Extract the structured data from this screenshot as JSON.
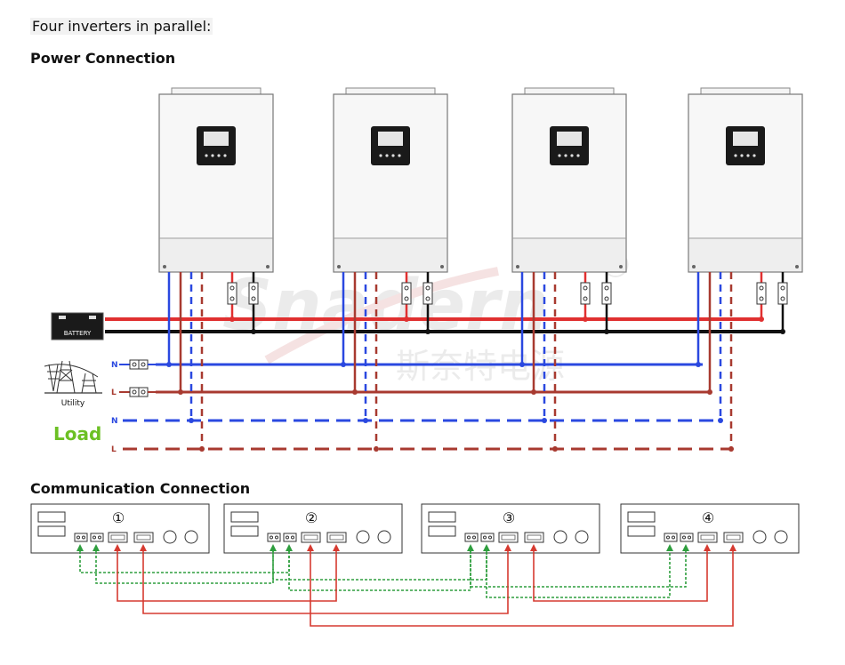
{
  "heading": "Four inverters in parallel:",
  "power_section": {
    "title": "Power Connection",
    "battery_label": "BATTERY",
    "utility_label": "Utility",
    "load_label": "Load",
    "line_n": "N",
    "line_l": "L"
  },
  "comm_section": {
    "title": "Communication Connection",
    "units": [
      {
        "number": "①"
      },
      {
        "number": "②"
      },
      {
        "number": "③"
      },
      {
        "number": "④"
      }
    ]
  },
  "watermark": {
    "brand": "Snadern",
    "chinese": "斯奈特电源",
    "registered": "®"
  },
  "colors": {
    "positive_red": "#e03030",
    "negative_black": "#111111",
    "neutral_blue": "#2a48e0",
    "live_brown": "#a83a30",
    "comm_green": "#2e9e3e",
    "comm_red": "#d63a30",
    "load_green": "#6cc024"
  }
}
